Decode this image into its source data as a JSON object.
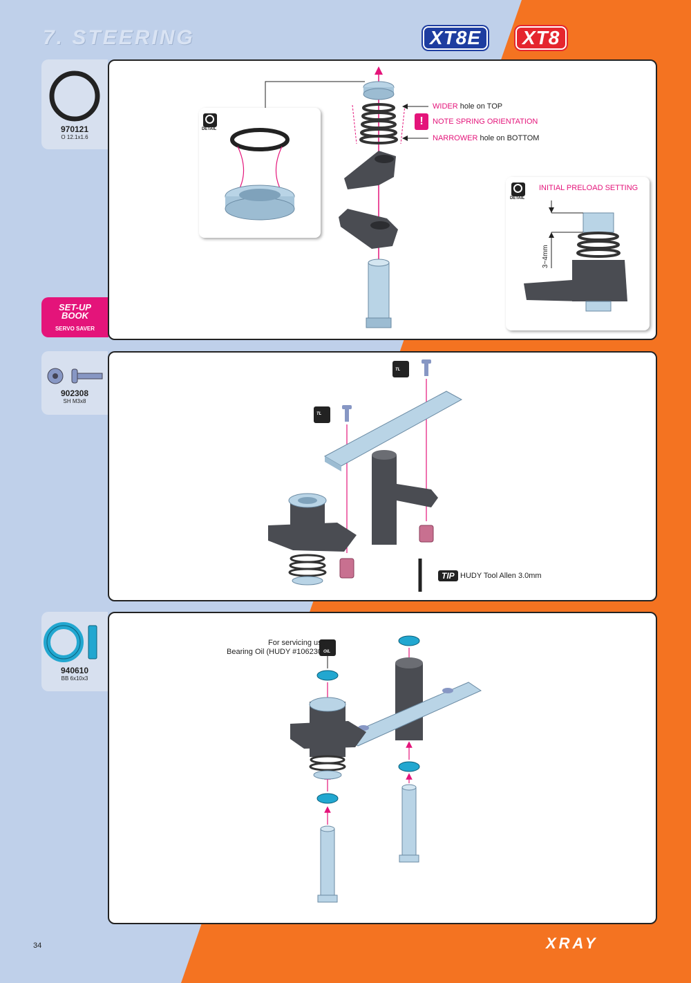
{
  "header": {
    "title": "7. STEERING",
    "brand_xt8e": "XT8E",
    "brand_xt8": "XT8"
  },
  "colors": {
    "blue_bg": "#bfd0ea",
    "orange_bg": "#f47321",
    "magenta": "#e4147a",
    "part_gray": "#4a4c52",
    "part_light_blue": "#b9d4e6",
    "bearing_cyan": "#22a7d0"
  },
  "steps": [
    {
      "part": {
        "number": "970121",
        "desc": "O 12.1x1.6",
        "icon": "o-ring-icon"
      },
      "setup_book": {
        "line1": "SET-UP",
        "line2": "BOOK",
        "subtitle": "SERVO SAVER"
      },
      "annotations": {
        "wider": "WIDER",
        "wider_rest": " hole on TOP",
        "note": "NOTE SPRING ORIENTATION",
        "narrower": "NARROWER",
        "narrower_rest": " hole on BOTTOM"
      },
      "detail_label": "DETAIL",
      "preload": {
        "title": "INITIAL PRELOAD SETTING",
        "dimension": "3~4mm"
      }
    },
    {
      "part": {
        "number": "902308",
        "desc": "SH M3x8",
        "icon": "screw-icon"
      },
      "threadlock_label": "TL",
      "tip": {
        "badge": "TIP",
        "text": "HUDY Tool Allen 3.0mm",
        "tool_size": "3.0mm"
      }
    },
    {
      "part": {
        "number": "940610",
        "desc": "BB 6x10x3",
        "icon": "bearing-icon"
      },
      "oil_note": {
        "line1": "For servicing use",
        "line2": "Bearing Oil (HUDY #106230).",
        "badge": "OIL"
      }
    }
  ],
  "footer": {
    "page_number": "34",
    "logo": "XRAY"
  }
}
